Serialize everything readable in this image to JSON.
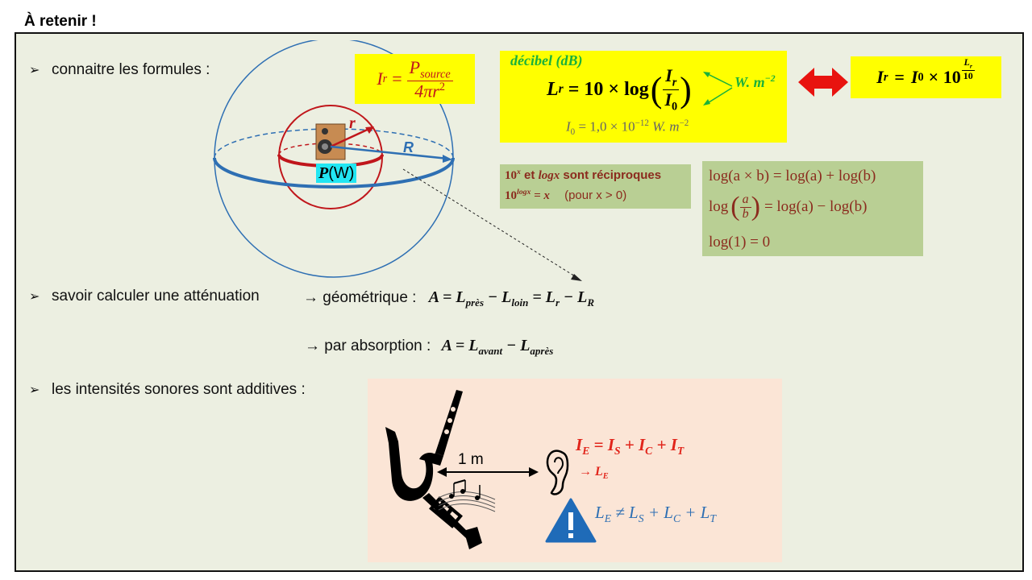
{
  "title": "À retenir !",
  "bullets": {
    "formulas": "connaitre les formules :",
    "attenuation": "savoir calculer une atténuation",
    "additive": "les intensités sonores sont additives :"
  },
  "sphere": {
    "label_r": "r",
    "label_R": "R",
    "power_P": "P",
    "power_unit": "(W)"
  },
  "formula_intensity": {
    "lhs": "I",
    "lhs_sub": "r",
    "num": "P",
    "num_sub": "source",
    "den": "4πr",
    "den_sup": "2"
  },
  "decibel_box": {
    "heading": "décibel (dB)",
    "lr": "L",
    "lr_sub": "r",
    "eq": "= 10 × log",
    "frac_num": "I",
    "frac_num_sub": "r",
    "frac_den": "I",
    "frac_den_sub": "0",
    "unit": "W. m",
    "unit_sup": "−2",
    "i0": "I",
    "i0_sub": "0",
    "i0_value": "= 1,0 × 10",
    "i0_exp": "−12",
    "i0_unit": "W. m",
    "i0_unit_sup": "−2"
  },
  "inverse_box": {
    "lhs": "I",
    "lhs_sub": "r",
    "eq": "=",
    "i0": "I",
    "i0_sub": "0",
    "times": "× 10",
    "exp_num": "L",
    "exp_num_sub": "r",
    "exp_den": "10"
  },
  "reciprocal_box": {
    "line1_a": "10",
    "line1_a_sup": "x",
    "line1_b": " et ",
    "line1_c": "logx",
    "line1_d": " sont réciproques",
    "line2_a": "10",
    "line2_a_sup": "logx",
    "line2_b": " = x",
    "line2_c": "(pour x > 0)"
  },
  "log_box": {
    "line1": "log(a × b) = log(a) + log(b)",
    "line2_prefix": "log",
    "line2_num": "a",
    "line2_den": "b",
    "line2_rest": "= log(a) − log(b)",
    "line3": "log(1) = 0"
  },
  "attenuation": {
    "geo_label": "→ géométrique :",
    "geo_formula": "A = L",
    "geo_sub1": "près",
    "geo_mid": " − L",
    "geo_sub2": "loin",
    "geo_mid2": " = L",
    "geo_sub3": "r",
    "geo_mid3": " − L",
    "geo_sub4": "R",
    "abs_label": "→ par absorption :",
    "abs_formula": "A = L",
    "abs_sub1": "avant",
    "abs_mid": " − L",
    "abs_sub2": "après"
  },
  "additive_box": {
    "distance": "1 m",
    "ie_line": "I",
    "ie_sub": "E",
    "ie_rest": " = I",
    "is_sub": "S",
    "plus1": " + I",
    "ic_sub": "C",
    "plus2": " + I",
    "it_sub": "T",
    "le_arrow": "→ L",
    "le_sub": "E",
    "ineq": "L",
    "ineq_sub1": "E",
    "ineq_mid": " ≠ L",
    "ineq_sub2": "S",
    "ineq_mid2": " + L",
    "ineq_sub3": "C",
    "ineq_mid3": " +  L",
    "ineq_sub4": "T"
  },
  "colors": {
    "highlight_yellow": "#ffff00",
    "green_box": "#b9cf94",
    "peach_box": "#fbe5d6",
    "sphere_blue": "#2e6fb3",
    "inner_red": "#c0161b",
    "arrow_red": "#e8130f"
  }
}
